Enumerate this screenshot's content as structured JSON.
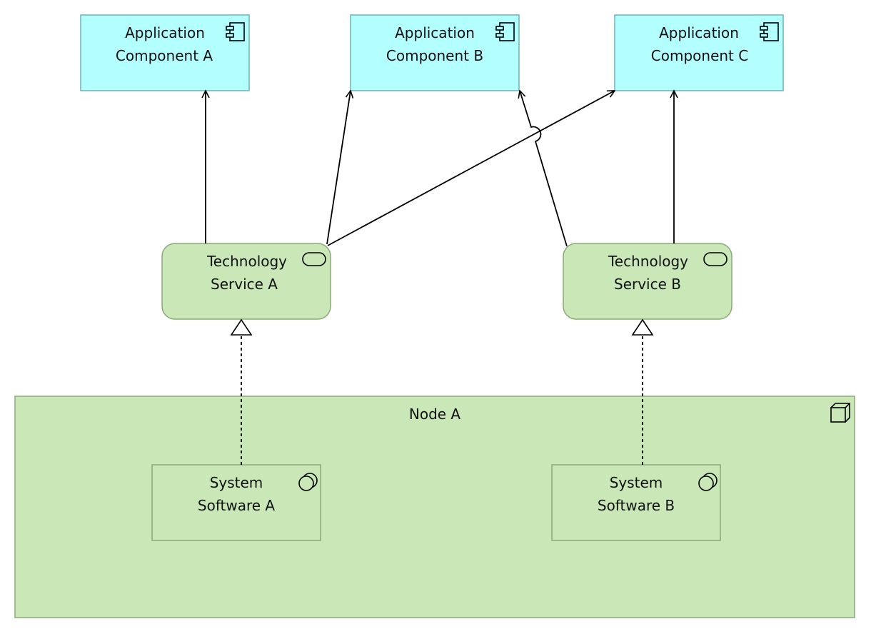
{
  "diagram": {
    "colors": {
      "application": "#b3ffff",
      "application_border": "#6fb3b3",
      "technology": "#c9e7b7",
      "technology_border": "#8aa87a",
      "line": "#000000"
    },
    "nodes": {
      "app_a": {
        "line1": "Application",
        "line2": "Component A",
        "icon": "component-icon"
      },
      "app_b": {
        "line1": "Application",
        "line2": "Component B",
        "icon": "component-icon"
      },
      "app_c": {
        "line1": "Application",
        "line2": "Component C",
        "icon": "component-icon"
      },
      "tech_a": {
        "line1": "Technology",
        "line2": "Service A",
        "icon": "service-icon"
      },
      "tech_b": {
        "line1": "Technology",
        "line2": "Service B",
        "icon": "service-icon"
      },
      "node_a": {
        "label": "Node A",
        "icon": "node-icon"
      },
      "sys_a": {
        "line1": "System",
        "line2": "Software A",
        "icon": "system-software-icon"
      },
      "sys_b": {
        "line1": "System",
        "line2": "Software B",
        "icon": "system-software-icon"
      }
    },
    "relations": [
      {
        "type": "serving",
        "from": "Technology Service A",
        "to": "Application Component A"
      },
      {
        "type": "serving",
        "from": "Technology Service A",
        "to": "Application Component B"
      },
      {
        "type": "serving",
        "from": "Technology Service A",
        "to": "Application Component C"
      },
      {
        "type": "serving",
        "from": "Technology Service B",
        "to": "Application Component B"
      },
      {
        "type": "serving",
        "from": "Technology Service B",
        "to": "Application Component C"
      },
      {
        "type": "realization",
        "from": "System Software A",
        "to": "Technology Service A"
      },
      {
        "type": "realization",
        "from": "System Software B",
        "to": "Technology Service B"
      }
    ]
  }
}
